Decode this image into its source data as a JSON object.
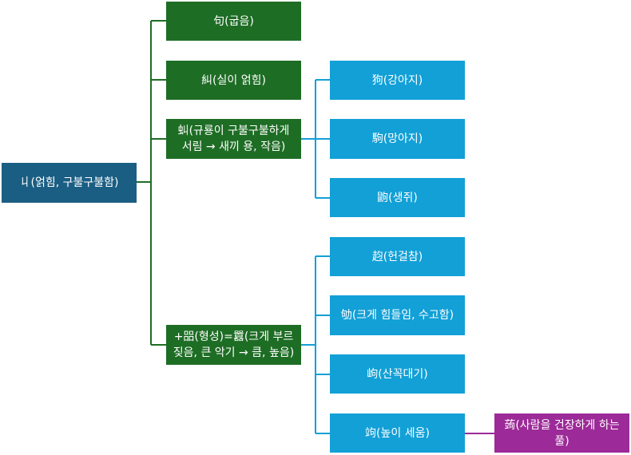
{
  "colors": {
    "root": "#1b5e83",
    "level1": "#1e6d25",
    "level2": "#12a0d7",
    "level3": "#9c2a98",
    "edge_green": "#1e6d25",
    "edge_blue": "#12a0d7",
    "edge_purple": "#9c2a98"
  },
  "root": {
    "label": "丩(얽힘, 구불구불함)"
  },
  "level1": [
    {
      "label": "句(굽음)"
    },
    {
      "label": "糾(실이 얽힘)"
    },
    {
      "label": "虯(규룡이 구불구불하게 서림 → 새끼 용, 작음)"
    },
    {
      "label": "+㗊(형성)=囂(크게 부르짖음, 큰 악기 → 큼, 높음)"
    }
  ],
  "level2_small": [
    {
      "label": "狗(강아지)"
    },
    {
      "label": "駒(망아지)"
    },
    {
      "label": "鼩(생쥐)"
    }
  ],
  "level2_big": [
    {
      "label": "赹(헌걸참)"
    },
    {
      "label": "劬(크게 힘들임, 수고함)"
    },
    {
      "label": "岣(산꼭대기)"
    },
    {
      "label": "竘(높이 세움)"
    }
  ],
  "level3": {
    "label": "蒟(사람을 건장하게 하는 풀)"
  }
}
